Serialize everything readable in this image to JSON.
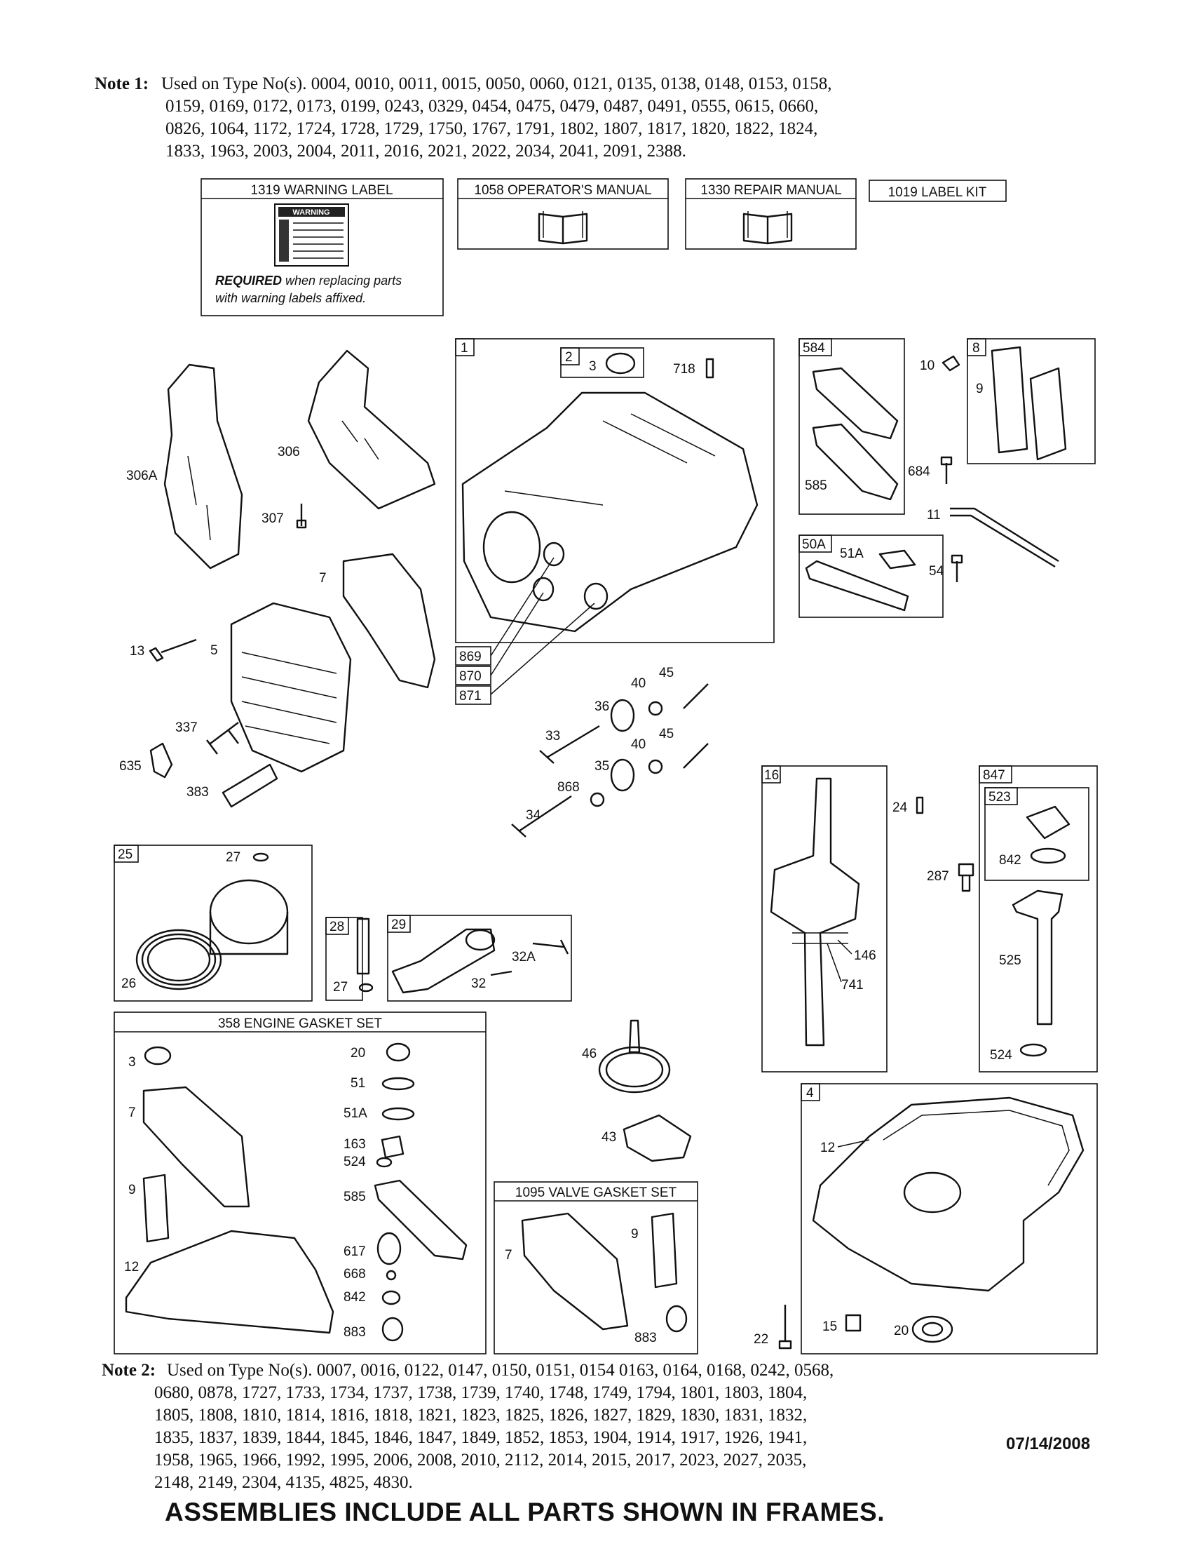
{
  "note1": {
    "label": "Note 1:",
    "lines": [
      "Used on Type No(s). 0004, 0010, 0011, 0015, 0050, 0060, 0121, 0135, 0138, 0148, 0153, 0158,",
      "0159, 0169, 0172, 0173, 0199, 0243, 0329, 0454, 0475, 0479, 0487, 0491, 0555, 0615, 0660,",
      "0826, 1064, 1172, 1724, 1728, 1729, 1750, 1767, 1791, 1802, 1807, 1817, 1820, 1822, 1824,",
      "1833, 1963, 2003, 2004, 2011, 2016, 2021, 2022, 2034, 2041, 2091, 2388."
    ]
  },
  "note2": {
    "label": "Note 2:",
    "lines": [
      "Used on Type No(s). 0007, 0016, 0122, 0147, 0150, 0151, 0154 0163, 0164, 0168, 0242, 0568,",
      "0680, 0878, 1727, 1733, 1734, 1737, 1738, 1739, 1740, 1748, 1749, 1794, 1801, 1803, 1804,",
      "1805, 1808, 1810, 1814, 1816, 1818, 1821, 1823, 1825, 1826, 1827, 1829, 1830, 1831, 1832,",
      "1835, 1837, 1839, 1844, 1845, 1846, 1847, 1849, 1852, 1853, 1904, 1914, 1917, 1926, 1941,",
      "1958, 1965, 1966, 1992, 1995, 2006, 2008, 2010, 2112, 2014, 2015, 2017, 2023, 2027, 2035,",
      "2148, 2149, 2304, 4135, 4825, 4830."
    ]
  },
  "date": "07/14/2008",
  "banner": "ASSEMBLIES INCLUDE ALL PARTS SHOWN IN FRAMES.",
  "top_boxes": {
    "warning_label": "1319 WARNING LABEL",
    "warning_tag": "WARNING",
    "required_bold": "REQUIRED",
    "required_rest1": " when replacing parts",
    "required_rest2": "with warning labels affixed.",
    "operators_manual": "1058 OPERATOR'S MANUAL",
    "repair_manual": "1330 REPAIR MANUAL",
    "label_kit": "1019 LABEL KIT"
  },
  "frames": {
    "f1": "1",
    "f2": "2",
    "f584": "584",
    "f8": "8",
    "f50A": "50A",
    "f869": "869",
    "f870": "870",
    "f871": "871",
    "f16": "16",
    "f847": "847",
    "f523": "523",
    "f25": "25",
    "f28": "28",
    "f29": "29",
    "f4": "4",
    "engine_gasket_set": "358 ENGINE GASKET SET",
    "valve_gasket_set": "1095 VALVE GASKET SET"
  },
  "callouts": {
    "c306A": "306A",
    "c306": "306",
    "c307": "307",
    "c7a": "7",
    "c13": "13",
    "c5": "5",
    "c337": "337",
    "c635": "635",
    "c383": "383",
    "c3": "3",
    "c718": "718",
    "c10": "10",
    "c9": "9",
    "c684": "684",
    "c585": "585",
    "c11": "11",
    "c51A": "51A",
    "c54": "54",
    "c40a": "40",
    "c45a": "45",
    "c36": "36",
    "c33": "33",
    "c40b": "40",
    "c45b": "45",
    "c35": "35",
    "c868": "868",
    "c34": "34",
    "c24": "24",
    "c287": "287",
    "c842": "842",
    "c525": "525",
    "c524": "524",
    "c146": "146",
    "c741": "741",
    "c27a": "27",
    "c26": "26",
    "c27b": "27",
    "c32A": "32A",
    "c32": "32",
    "g3": "3",
    "g7": "7",
    "g9": "9",
    "g12": "12",
    "g20": "20",
    "g51": "51",
    "g51A": "51A",
    "g163": "163",
    "g524": "524",
    "g585": "585",
    "g617": "617",
    "g668": "668",
    "g842": "842",
    "g883": "883",
    "c46": "46",
    "c43": "43",
    "v7": "7",
    "v9": "9",
    "v883": "883",
    "c12": "12",
    "c22": "22",
    "c15": "15",
    "c20": "20"
  }
}
